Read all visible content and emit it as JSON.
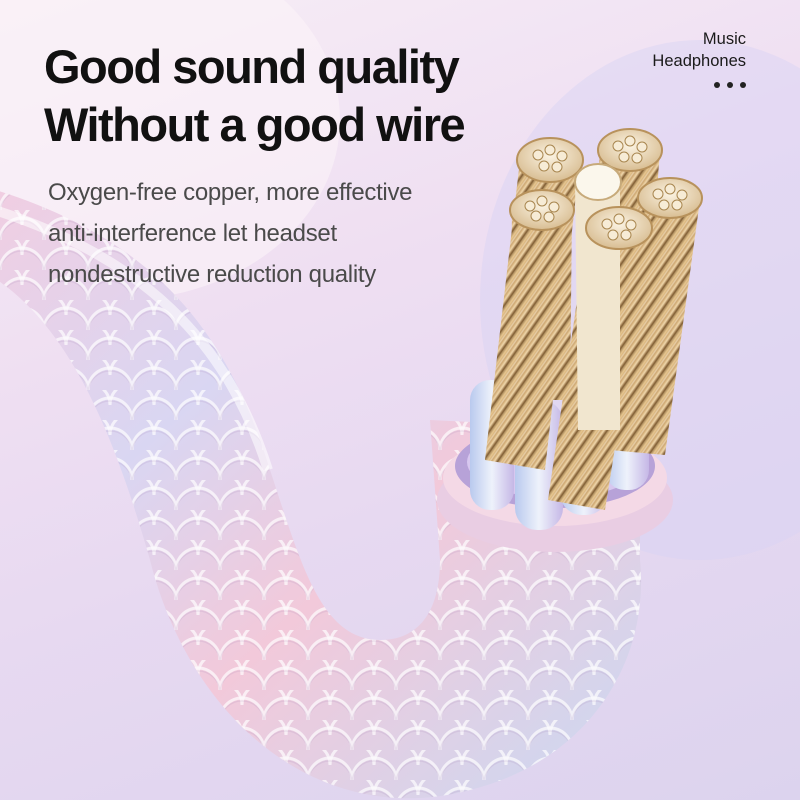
{
  "headline": {
    "line1": "Good sound quality",
    "line2": "Without a good wire"
  },
  "description": {
    "line1": "Oxygen-free copper, more effective",
    "line2": "anti-interference let headset",
    "line3": "nondestructive reduction quality"
  },
  "brand_tag": {
    "line1": "Music",
    "line2": "Headphones"
  },
  "colors": {
    "background": "#efdff2",
    "headline_text": "#111111",
    "body_text": "#4a4a4a",
    "copper": "#d9b27a",
    "cable_pink": "#eec4d6",
    "cable_blue": "#c8d6f0"
  },
  "image": {
    "subject": "cross-section of pastel fish-scale textured headphone cable with copper strands"
  }
}
